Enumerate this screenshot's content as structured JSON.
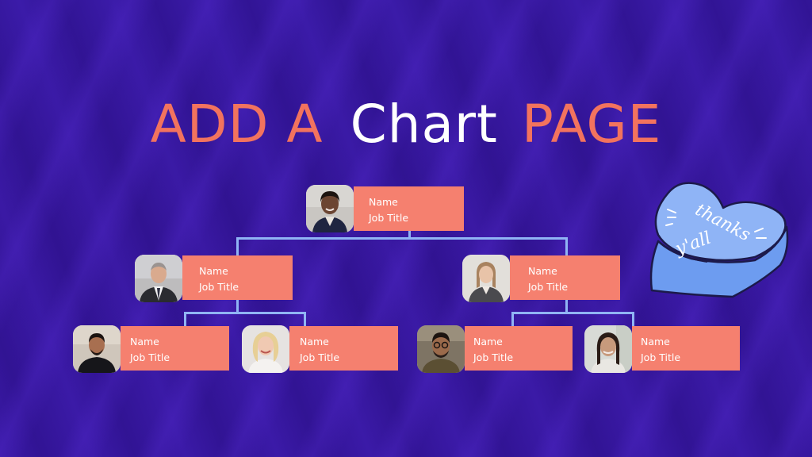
{
  "title": {
    "part1": "ADD A",
    "part2": "Chart",
    "part3": "PAGE"
  },
  "nodes": {
    "root": {
      "name": "Name",
      "job_title": "Job Title"
    },
    "mid_left": {
      "name": "Name",
      "job_title": "Job Title"
    },
    "mid_right": {
      "name": "Name",
      "job_title": "Job Title"
    },
    "leaf_1": {
      "name": "Name",
      "job_title": "Job Title"
    },
    "leaf_2": {
      "name": "Name",
      "job_title": "Job Title"
    },
    "leaf_3": {
      "name": "Name",
      "job_title": "Job Title"
    },
    "leaf_4": {
      "name": "Name",
      "job_title": "Job Title"
    }
  },
  "sticker": {
    "text_line1": "thanks",
    "text_line2": "y'all"
  },
  "colors": {
    "background": "#3a1aa6",
    "accent_coral": "#f2735e",
    "card": "#f5806f",
    "connector": "#90b4f4",
    "sticker_blue": "#6d9cf0"
  }
}
